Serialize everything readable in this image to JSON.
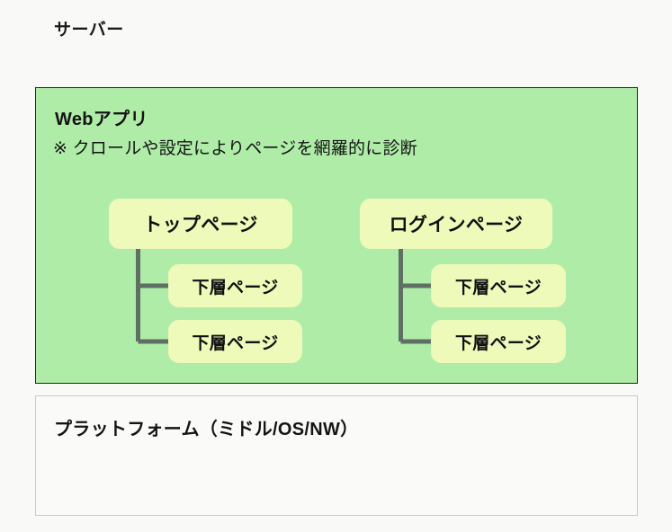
{
  "diagram": {
    "title": "サーバー",
    "background_color": "#f9faf7",
    "layers": [
      {
        "id": "webapp",
        "heading": "Webアプリ",
        "note": "※ クロールや設定によりページを網羅的に診断",
        "fill_color": "#afeca8",
        "border_color": "#252525"
      },
      {
        "id": "platform",
        "heading": "プラットフォーム（ミドル/OS/NW）",
        "fill_color": "#fafbf8",
        "border_color": "#c6ccc6"
      }
    ],
    "node_fill_color": "#eefab9",
    "connector_color": "#5f6f63",
    "trees": [
      {
        "id": "top-page-tree",
        "root": "トップページ",
        "children": [
          "下層ページ",
          "下層ページ"
        ]
      },
      {
        "id": "login-page-tree",
        "root": "ログインページ",
        "children": [
          "下層ページ",
          "下層ページ"
        ]
      }
    ]
  }
}
